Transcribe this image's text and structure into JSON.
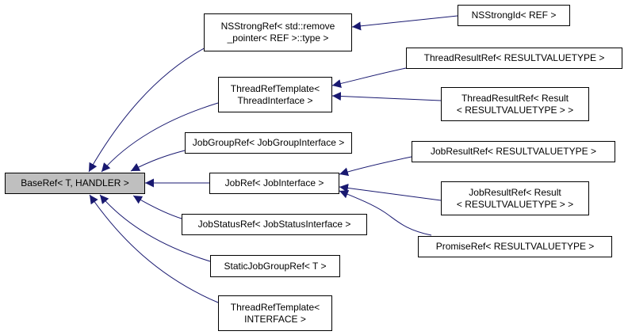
{
  "diagram": {
    "nodes": {
      "base": {
        "lines": [
          "BaseRef< T, HANDLER >"
        ],
        "fill": "#bfbfbf"
      },
      "nsstrongref": {
        "lines": [
          "NSStrongRef< std::remove",
          "_pointer< REF >::type >"
        ]
      },
      "nsstrongid": {
        "lines": [
          "NSStrongId< REF >"
        ]
      },
      "threadref": {
        "lines": [
          "ThreadRefTemplate<",
          "ThreadInterface >"
        ]
      },
      "trr1": {
        "lines": [
          "ThreadResultRef< RESULTVALUETYPE >"
        ]
      },
      "trr2": {
        "lines": [
          "ThreadResultRef< Result",
          "< RESULTVALUETYPE > >"
        ]
      },
      "jobgroupref": {
        "lines": [
          "JobGroupRef< JobGroupInterface >"
        ]
      },
      "jobref": {
        "lines": [
          "JobRef< JobInterface >"
        ]
      },
      "jrr1": {
        "lines": [
          "JobResultRef< RESULTVALUETYPE >"
        ]
      },
      "jrr2": {
        "lines": [
          "JobResultRef< Result",
          "< RESULTVALUETYPE > >"
        ]
      },
      "promiseref": {
        "lines": [
          "PromiseRef< RESULTVALUETYPE >"
        ]
      },
      "jobstatusref": {
        "lines": [
          "JobStatusRef< JobStatusInterface >"
        ]
      },
      "staticjgr": {
        "lines": [
          "StaticJobGroupRef< T >"
        ]
      },
      "threadref2": {
        "lines": [
          "ThreadRefTemplate<",
          "INTERFACE >"
        ]
      }
    },
    "edge_color": "#191970"
  }
}
